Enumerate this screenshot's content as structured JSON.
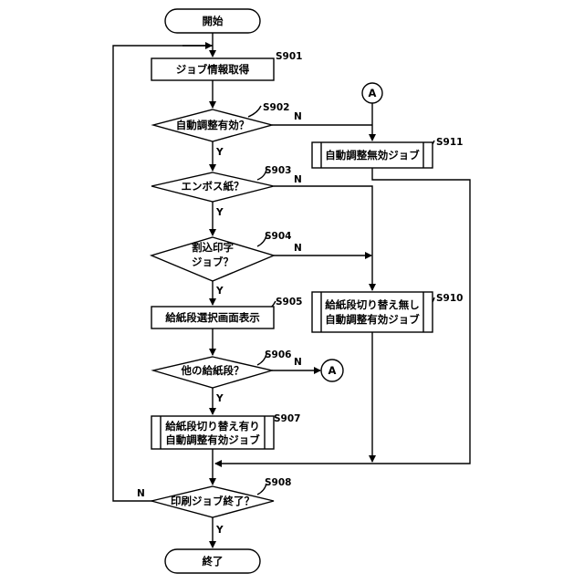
{
  "nodes": {
    "start": {
      "text": "開始"
    },
    "s901": {
      "label": "S901",
      "text": "ジョブ情報取得"
    },
    "s902": {
      "label": "S902",
      "text": "自動調整有効？",
      "yes": "Y",
      "no": "N"
    },
    "s903": {
      "label": "S903",
      "text": "エンボス紙？",
      "yes": "Y",
      "no": "N"
    },
    "s904": {
      "label": "S904",
      "line1": "割込印字",
      "line2": "ジョブ？",
      "yes": "Y",
      "no": "N"
    },
    "s905": {
      "label": "S905",
      "text": "給紙段選択画面表示"
    },
    "s906": {
      "label": "S906",
      "text": "他の給紙段？",
      "yes": "Y",
      "no": "N"
    },
    "s907": {
      "label": "S907",
      "line1": "給紙段切り替え有り",
      "line2": "自動調整有効ジョブ"
    },
    "s908": {
      "label": "S908",
      "text": "印刷ジョブ終了？",
      "yes": "Y",
      "no": "N"
    },
    "s910": {
      "label": "S910",
      "line1": "給紙段切り替え無し",
      "line2": "自動調整有効ジョブ"
    },
    "s911": {
      "label": "S911",
      "text": "自動調整無効ジョブ"
    },
    "end": {
      "text": "終了"
    },
    "connector_a": {
      "text": "A"
    }
  }
}
